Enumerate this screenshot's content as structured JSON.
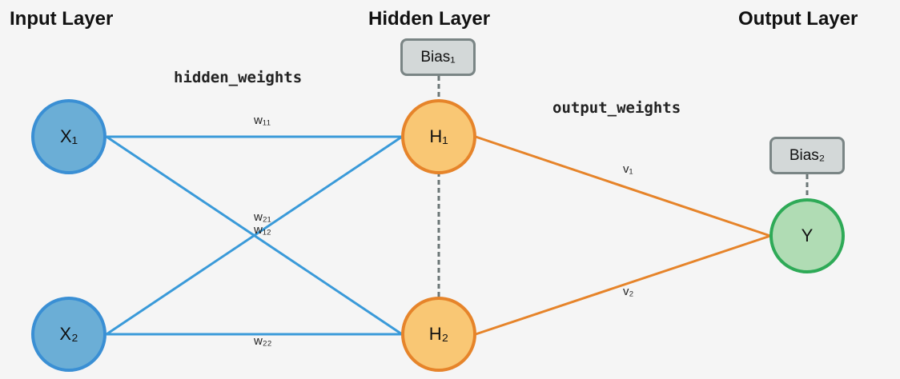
{
  "layers": {
    "input_title": "Input Layer",
    "hidden_title": "Hidden Layer",
    "output_title": "Output Layer"
  },
  "code_labels": {
    "hidden_weights": "hidden_weights",
    "output_weights": "output_weights"
  },
  "nodes": {
    "x1": "X₁",
    "x2": "X₂",
    "h1": "H₁",
    "h2": "H₂",
    "y": "Y"
  },
  "biases": {
    "bias1": "Bias₁",
    "bias2": "Bias₂"
  },
  "weights": {
    "w11": "w₁₁",
    "w21": "w₂₁",
    "w12": "w₁₂",
    "w22": "w₂₂",
    "v1": "v₁",
    "v2": "v₂"
  },
  "colors": {
    "input_edge": "#3a9ad9",
    "output_edge": "#e6842a",
    "bias_link": "#6b7676"
  }
}
